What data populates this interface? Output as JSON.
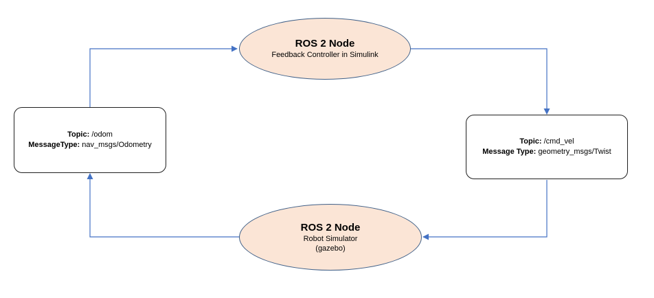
{
  "colors": {
    "node_fill": "#fbe5d6",
    "node_border": "#3f5f87",
    "connector": "#4472c4",
    "box_border": "#1f1f1f"
  },
  "nodes": {
    "controller": {
      "title": "ROS 2 Node",
      "subtitle": "Feedback Controller in Simulink"
    },
    "simulator": {
      "title": "ROS 2 Node",
      "subtitle_line1": "Robot Simulator",
      "subtitle_line2": "(gazebo)"
    }
  },
  "topics": {
    "odom": {
      "topic_key": "Topic:",
      "topic_value": " /odom",
      "type_key": "MessageType:",
      "type_value": " nav_msgs/Odometry"
    },
    "cmd_vel": {
      "topic_key": "Topic:",
      "topic_value": " /cmd_vel",
      "type_key": "Message Type:",
      "type_value": " geometry_msgs/Twist"
    }
  }
}
